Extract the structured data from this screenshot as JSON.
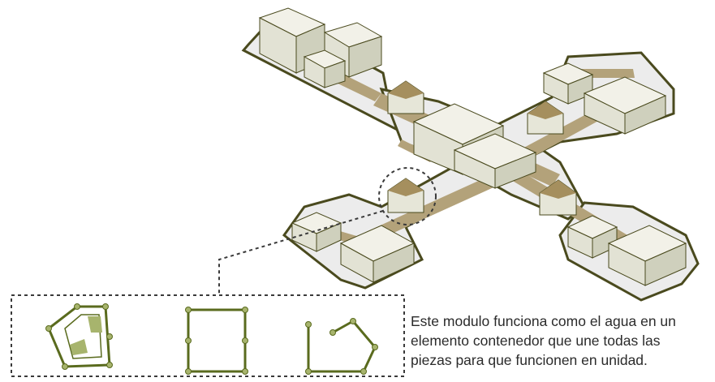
{
  "caption": {
    "line1": "Este modulo funciona como el agua en un",
    "line2": "elemento contenedor que une todas las",
    "line3": "piezas para que funcionen en unidad."
  },
  "colors": {
    "platform": "#eeeeee",
    "platform_outline": "#4a4a1e",
    "path": "#b3a27a",
    "block_top": "#f2f1e8",
    "block_left": "#e2e2d4",
    "block_right": "#cfd0bd",
    "roof": "#a58f5e",
    "node_fill": "#a7b46d",
    "node_stroke": "#5a6b1e",
    "dotted": "#3a3a3a",
    "text": "#2b2b2b"
  },
  "icons": [
    "module-pentagon-icon",
    "module-square-icon",
    "module-open-pentagon-icon"
  ]
}
